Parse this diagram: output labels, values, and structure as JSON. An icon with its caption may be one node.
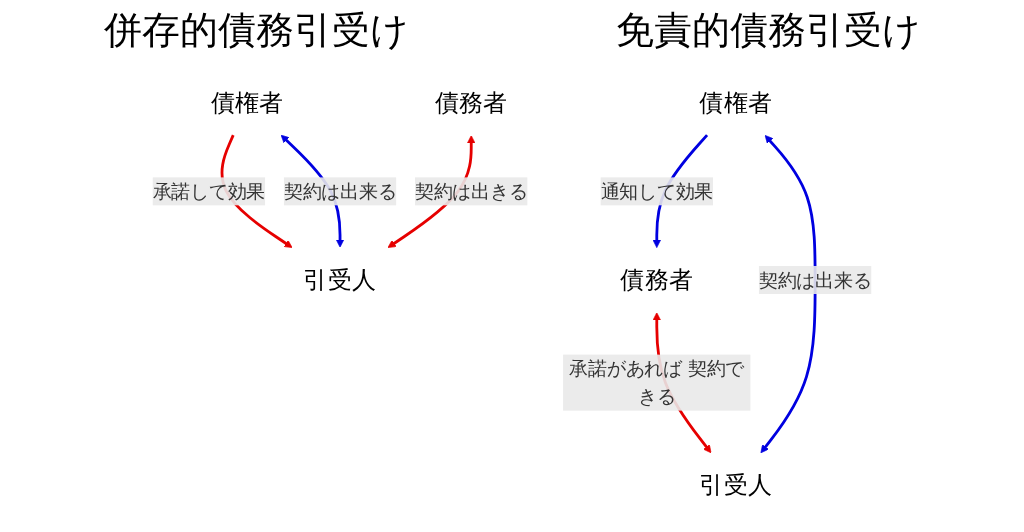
{
  "diagram": {
    "nodes": [
      {
        "text": [
          "債権者"
        ]
      },
      {
        "text": [
          "債務者"
        ]
      },
      {
        "text": [
          "引受人"
        ]
      },
      {
        "text": [
          "債権者"
        ]
      },
      {
        "text": [
          "債務者"
        ]
      },
      {
        "text": [
          "引受人"
        ]
      }
    ],
    "edges": [
      {
        "from": 0,
        "to": 2,
        "arrow": "to",
        "label": "承諾して効果",
        "color": "#e60000"
      },
      {
        "from": 2,
        "to": 0,
        "arrow": "both",
        "label": "契約は出来る",
        "color": "#0000e0"
      },
      {
        "from": 1,
        "to": 2,
        "arrow": "both",
        "label": "契約は出きる",
        "color": "#e60000"
      },
      {
        "from": 3,
        "to": 4,
        "arrow": "to",
        "label": "通知して効果",
        "color": "#0000e0"
      },
      {
        "from": 3,
        "to": 5,
        "arrow": "both",
        "label": "契約は出来る",
        "color": "#0000e0"
      },
      {
        "from": 4,
        "to": 5,
        "arrow": "both",
        "label": "承諾があれば 契約できる",
        "color": "#e60000"
      }
    ],
    "labels": [
      "併存的債務引受け",
      "免責的債務引受け"
    ]
  }
}
